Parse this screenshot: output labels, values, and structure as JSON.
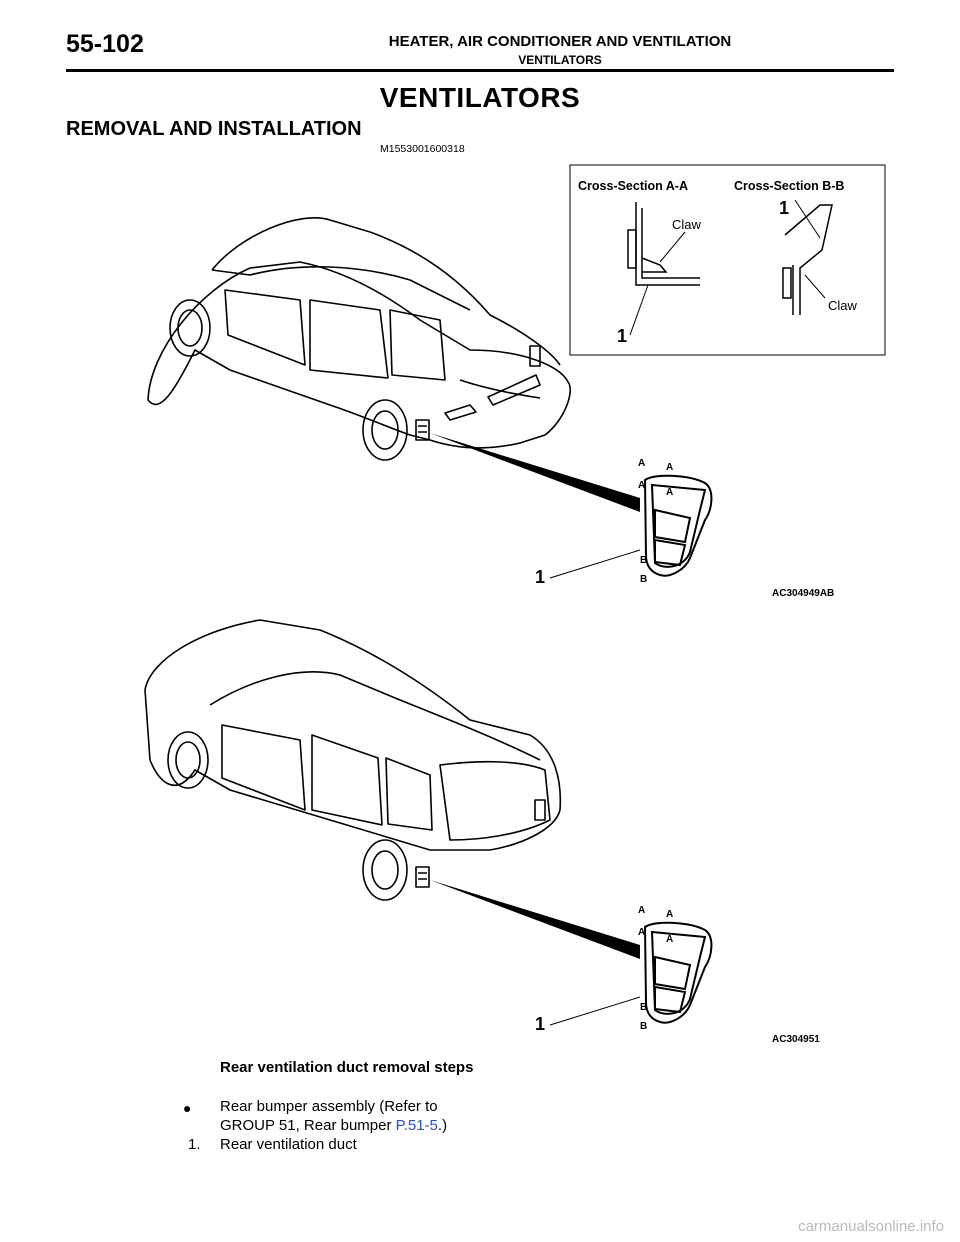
{
  "header": {
    "page_number": "55-102",
    "section_title": "HEATER, AIR CONDITIONER AND VENTILATION",
    "section_subtitle": "VENTILATORS"
  },
  "main_title": "VENTILATORS",
  "subtitle": "REMOVAL AND INSTALLATION",
  "doc_code": "M1553001600318",
  "figure1": {
    "code": "AC304949AB",
    "inset_label_a": "Cross-Section A-A",
    "inset_label_b": "Cross-Section B-B",
    "claw": "Claw",
    "callout": "1",
    "marker_a": "A",
    "marker_b": "B"
  },
  "figure2": {
    "code": "AC304951",
    "callout": "1",
    "marker_a": "A",
    "marker_b": "B"
  },
  "steps": {
    "heading": "Rear ventilation duct removal steps",
    "bullet": "●",
    "item1_text": "Rear bumper assembly (Refer to GROUP 51, Rear bumper ",
    "item1_link": "P.51-5",
    "item1_end": ".)",
    "item2_num": "1.",
    "item2_text": "Rear ventilation duct"
  },
  "footer": "carmanualsonline.info"
}
